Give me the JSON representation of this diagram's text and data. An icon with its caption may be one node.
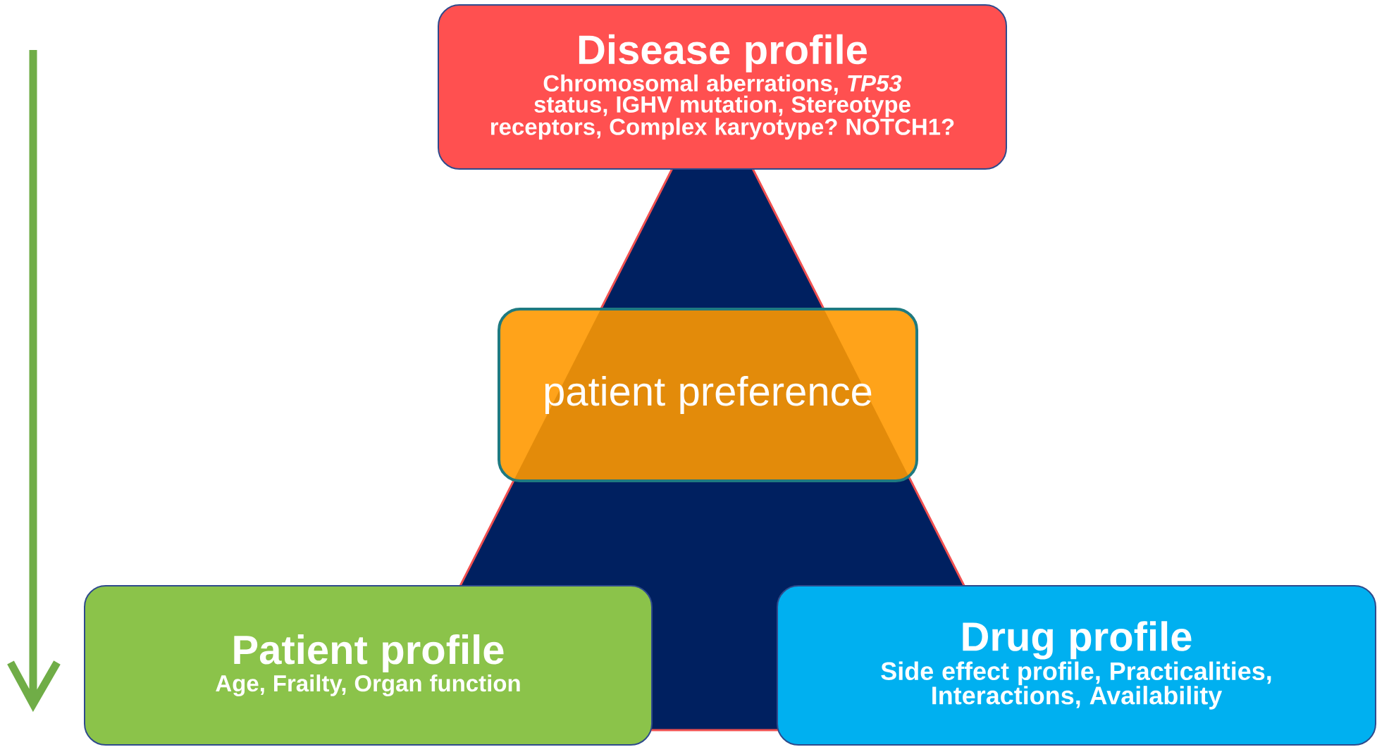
{
  "diagram": {
    "nodes": [
      {
        "text": [
          "Disease profile",
          "Chromosomal aberrations, *TP53* status, IGHV mutation, Stereotype receptors, Complex karyotype? NOTCH1?"
        ]
      },
      {
        "text": [
          "patient preference"
        ]
      },
      {
        "text": [
          "Patient profile",
          "Age, Frailty, Organ function"
        ]
      },
      {
        "text": [
          "Drug profile",
          "Side effect profile, Practicalities, Interactions, Availability"
        ]
      }
    ]
  }
}
